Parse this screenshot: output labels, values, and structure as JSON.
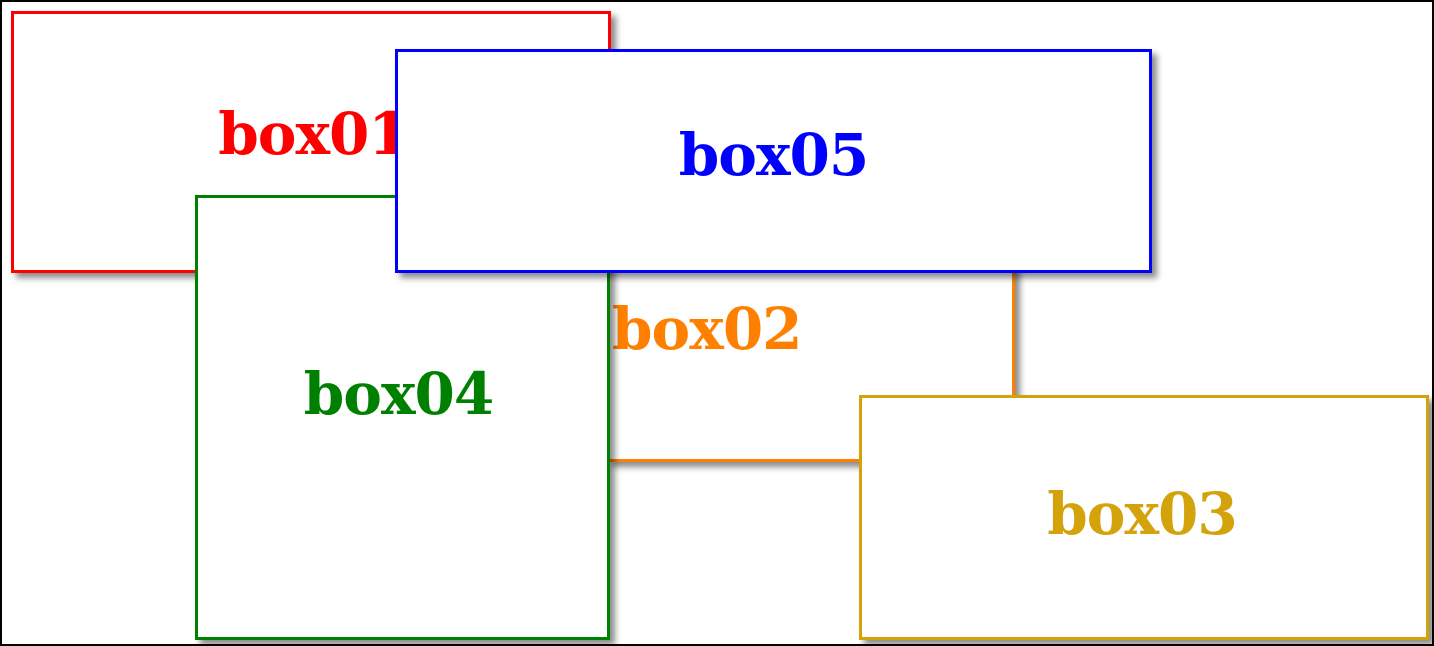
{
  "boxes": [
    {
      "id": "box01",
      "label": "box01",
      "color": "#ff0000"
    },
    {
      "id": "box02",
      "label": "box02",
      "color": "#ff8000"
    },
    {
      "id": "box03",
      "label": "box03",
      "color": "#d4a20a"
    },
    {
      "id": "box04",
      "label": "box04",
      "color": "#008000"
    },
    {
      "id": "box05",
      "label": "box05",
      "color": "#0000ff"
    }
  ]
}
